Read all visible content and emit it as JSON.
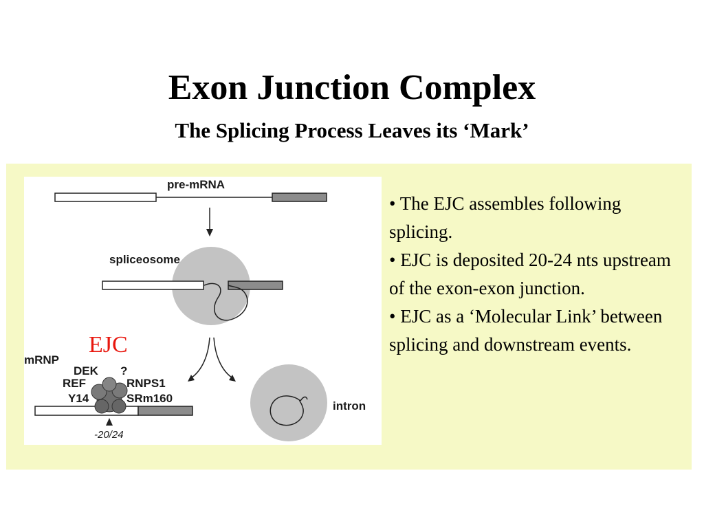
{
  "slide": {
    "title": "Exon Junction Complex",
    "subtitle": "The Splicing Process Leaves its ‘Mark’"
  },
  "figure": {
    "labels": {
      "pre_mrna": "pre-mRNA",
      "spliceosome": "spliceosome",
      "ejc": "EJC",
      "mrnp": "mRNP",
      "dek": "DEK",
      "question": "?",
      "ref": "REF",
      "rnps1": "RNPS1",
      "y14": "Y14",
      "srm160": "SRm160",
      "position": "-20/24",
      "intron": "intron"
    },
    "colors": {
      "ejc_label": "#e8170e",
      "exon_open": "#ffffff",
      "exon_shaded": "#8c8c8c",
      "spliceosome_circle": "#c3c3c3",
      "complex": "#6f6f6f"
    }
  },
  "bullets": [
    "•  The EJC assembles following splicing.",
    "•  EJC is deposited 20-24 nts upstream of the exon-exon junction.",
    "•  EJC as a ‘Molecular Link’ between splicing and downstream events."
  ],
  "colors": {
    "panel_background": "#f6f9c6",
    "figure_background": "#ffffff"
  }
}
